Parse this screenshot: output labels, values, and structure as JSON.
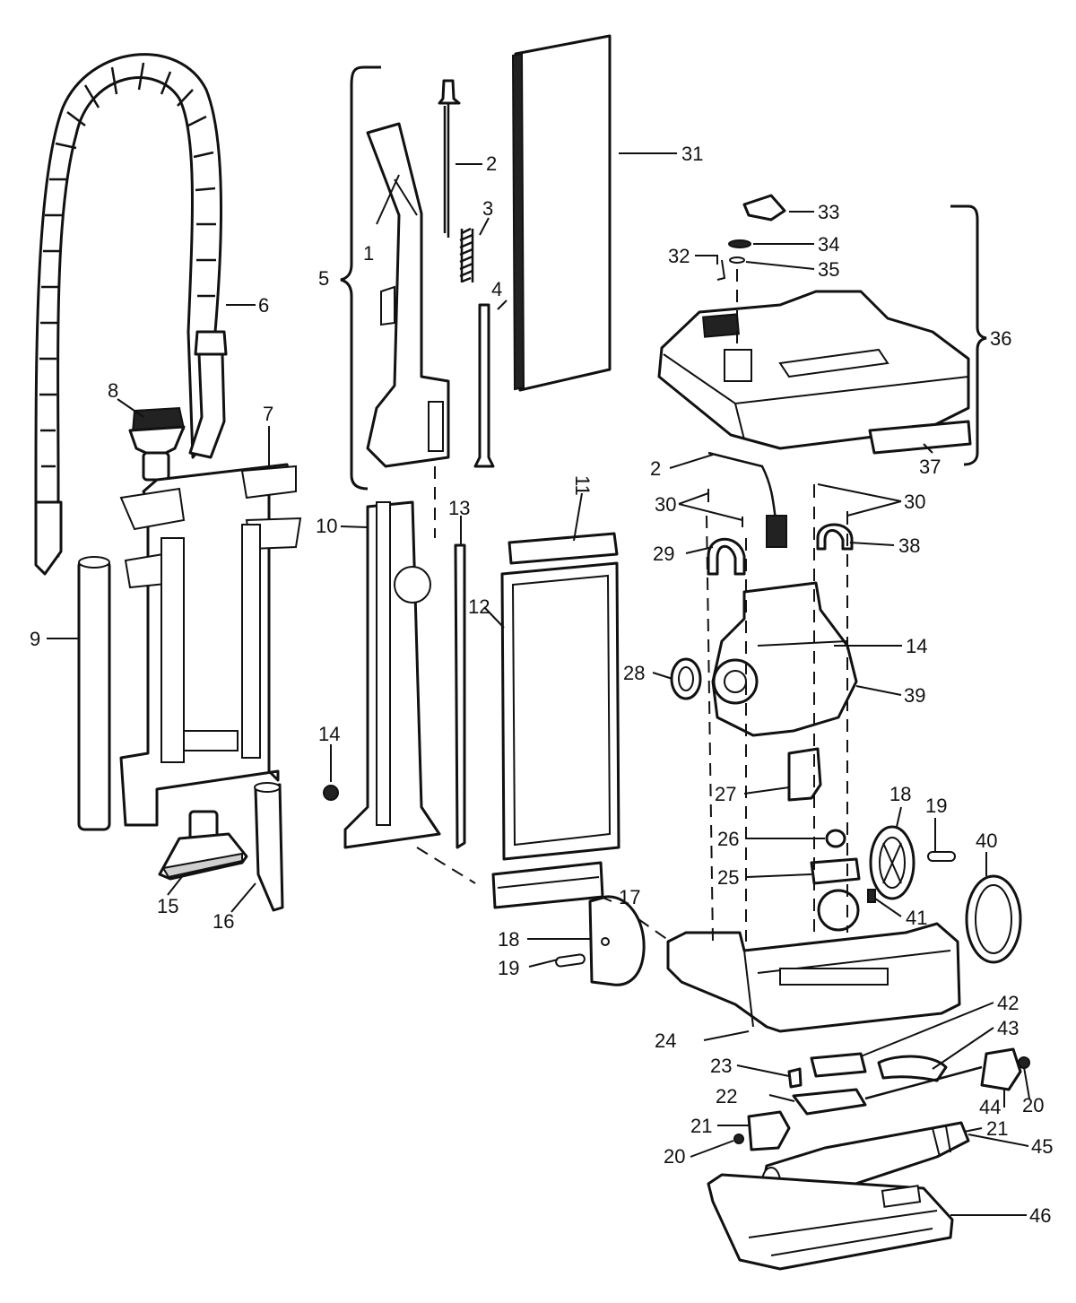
{
  "callouts": {
    "c1": "1",
    "c2a": "2",
    "c2b": "2",
    "c3": "3",
    "c4": "4",
    "c5": "5",
    "c6": "6",
    "c7": "7",
    "c8": "8",
    "c9": "9",
    "c10": "10",
    "c11": "11",
    "c12": "12",
    "c13": "13",
    "c14a": "14",
    "c14b": "14",
    "c15": "15",
    "c16": "16",
    "c17": "17",
    "c18a": "18",
    "c18b": "18",
    "c19a": "19",
    "c19b": "19",
    "c20a": "20",
    "c20b": "20",
    "c21a": "21",
    "c21b": "21",
    "c22": "22",
    "c23": "23",
    "c24": "24",
    "c25": "25",
    "c26": "26",
    "c27": "27",
    "c28": "28",
    "c29": "29",
    "c30a": "30",
    "c30b": "30",
    "c31": "31",
    "c32": "32",
    "c33": "33",
    "c34": "34",
    "c35": "35",
    "c36": "36",
    "c37": "37",
    "c38": "38",
    "c39": "39",
    "c40": "40",
    "c41": "41",
    "c42": "42",
    "c43": "43",
    "c44": "44",
    "c45": "45",
    "c46": "46"
  }
}
